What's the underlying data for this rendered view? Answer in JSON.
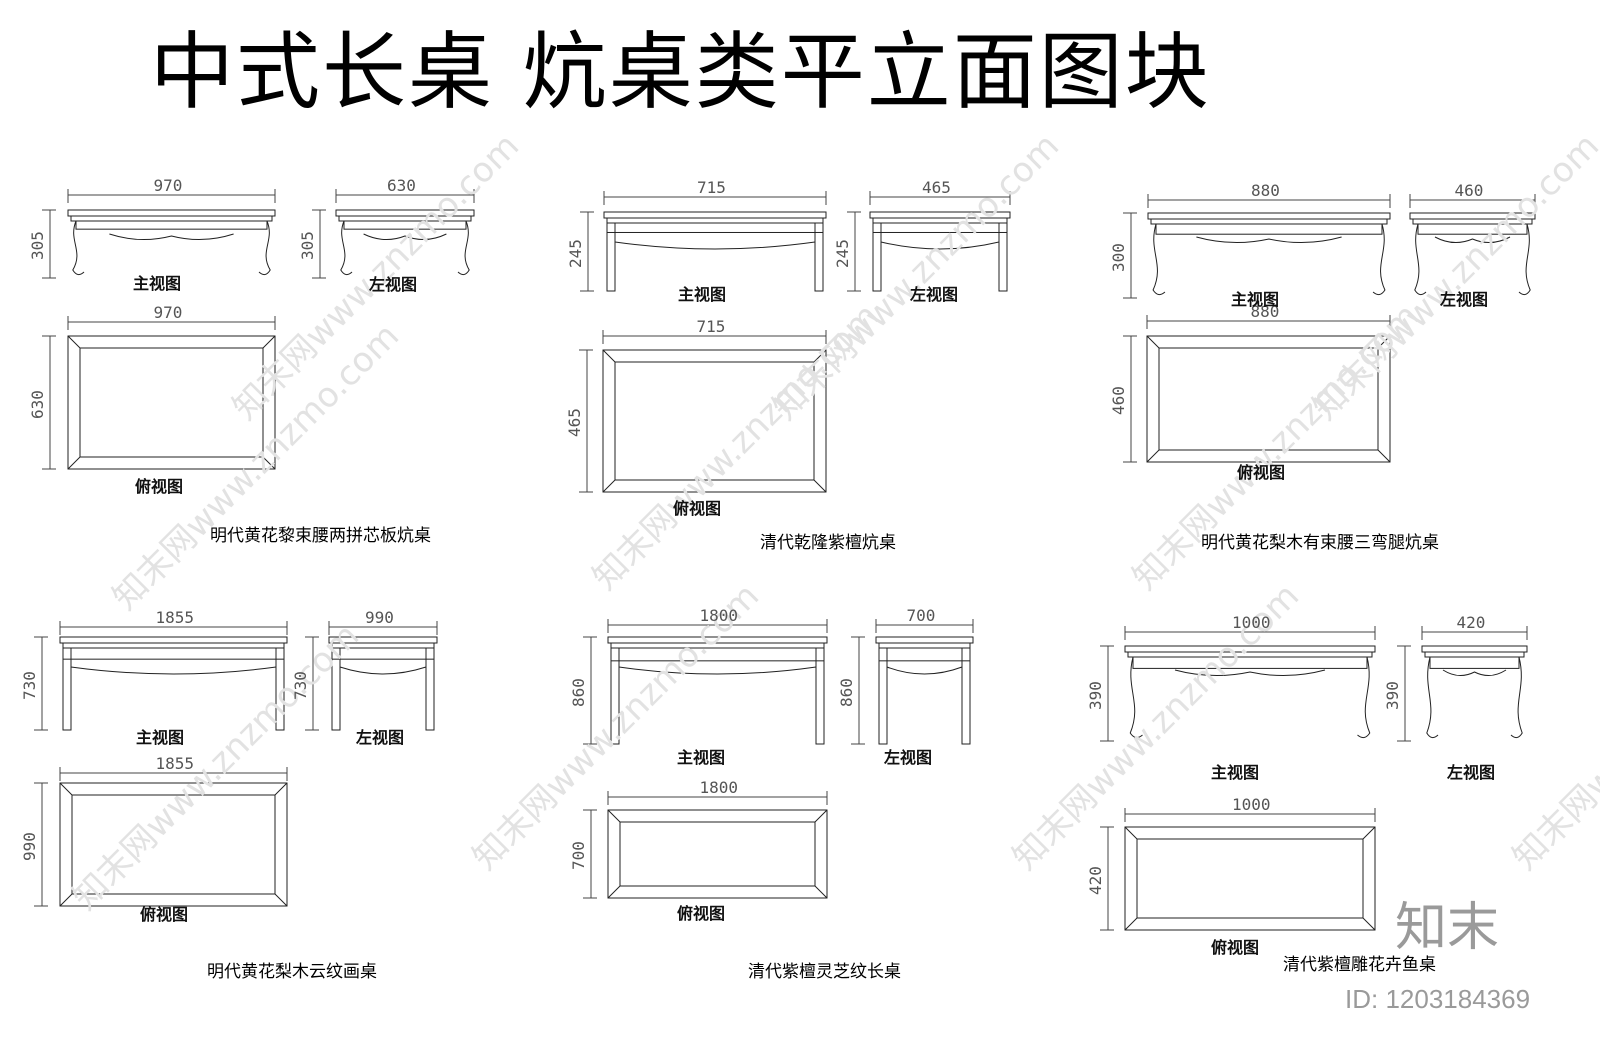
{
  "title": "中式长桌  炕桌类平立面图块",
  "labels": {
    "front": "主视图",
    "side": "左视图",
    "top": "俯视图"
  },
  "tables": [
    {
      "name": "明代黄花黎束腰两拼芯板炕桌",
      "front": {
        "w": "970",
        "h": "305"
      },
      "side": {
        "w": "630",
        "h": "305"
      },
      "top": {
        "w": "970",
        "h": "630"
      }
    },
    {
      "name": "清代乾隆紫檀炕桌",
      "front": {
        "w": "715",
        "h": "245"
      },
      "side": {
        "w": "465",
        "h": "245"
      },
      "top": {
        "w": "715",
        "h": "465"
      }
    },
    {
      "name": "明代黄花梨木有束腰三弯腿炕桌",
      "front": {
        "w": "880",
        "h": "300"
      },
      "side": {
        "w": "460",
        "h": ""
      },
      "top": {
        "w": "880",
        "h": "460"
      }
    },
    {
      "name": "明代黄花梨木云纹画桌",
      "front": {
        "w": "1855",
        "h": "730"
      },
      "side": {
        "w": "990",
        "h": "730"
      },
      "top": {
        "w": "1855",
        "h": "990"
      }
    },
    {
      "name": "清代紫檀灵芝纹长桌",
      "front": {
        "w": "1800",
        "h": "860"
      },
      "side": {
        "w": "700",
        "h": "860"
      },
      "top": {
        "w": "1800",
        "h": "700"
      }
    },
    {
      "name": "清代紫檀雕花卉鱼桌",
      "front": {
        "w": "1000",
        "h": "390"
      },
      "side": {
        "w": "420",
        "h": "390"
      },
      "top": {
        "w": "1000",
        "h": "420"
      }
    }
  ],
  "watermark": "知末网www.znzmo.com",
  "logo": "知末",
  "image_id": "ID: 1203184369"
}
